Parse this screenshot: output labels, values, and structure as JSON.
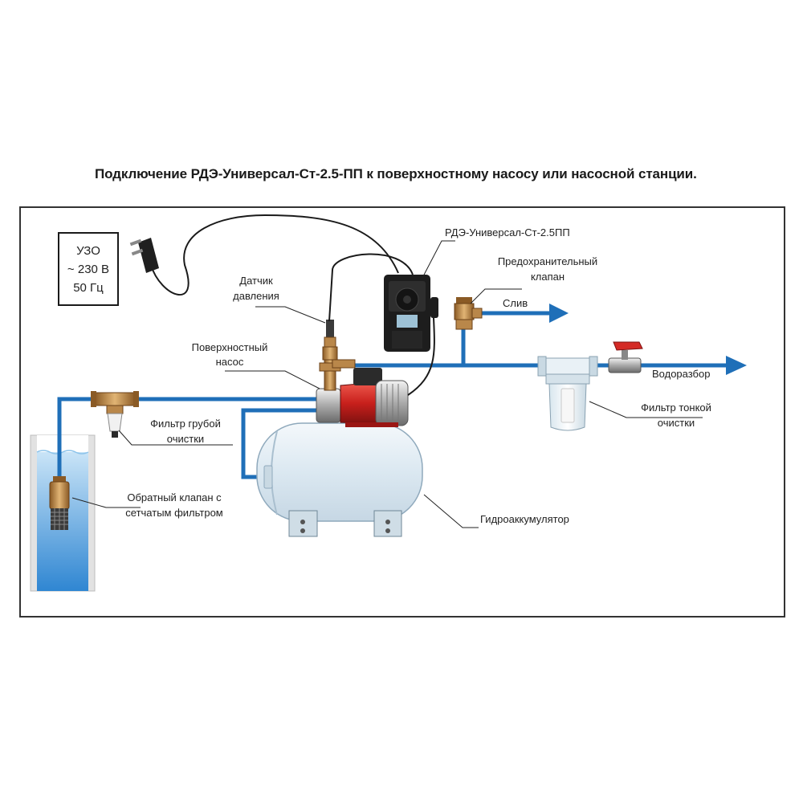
{
  "title": "Подключение РДЭ-Универсал-Ст-2.5-ПП к поверхностному насосу или насосной станции.",
  "labels": {
    "uzo_line1": "УЗО",
    "uzo_line2": "~ 230 В",
    "uzo_line3": "50 Гц",
    "controller": "РДЭ-Универсал-Ст-2.5ПП",
    "safety_valve_line1": "Предохранительный",
    "safety_valve_line2": "клапан",
    "drain": "Слив",
    "sensor_line1": "Датчик",
    "sensor_line2": "давления",
    "pump_line1": "Поверхностный",
    "pump_line2": "насос",
    "water_outlet": "Водоразбор",
    "fine_filter_line1": "Фильтр тонкой",
    "fine_filter_line2": "очистки",
    "coarse_filter_line1": "Фильтр грубой",
    "coarse_filter_line2": "очистки",
    "check_valve_line1": "Обратный клапан с",
    "check_valve_line2": "сетчатым фильтром",
    "accumulator": "Гидроаккумулятор"
  },
  "colors": {
    "pipe": "#1f6fb8",
    "pump_red": "#d42a25",
    "brass": "#b9874a",
    "tank": "#e6f0f7",
    "water": "#3d8fd6"
  }
}
